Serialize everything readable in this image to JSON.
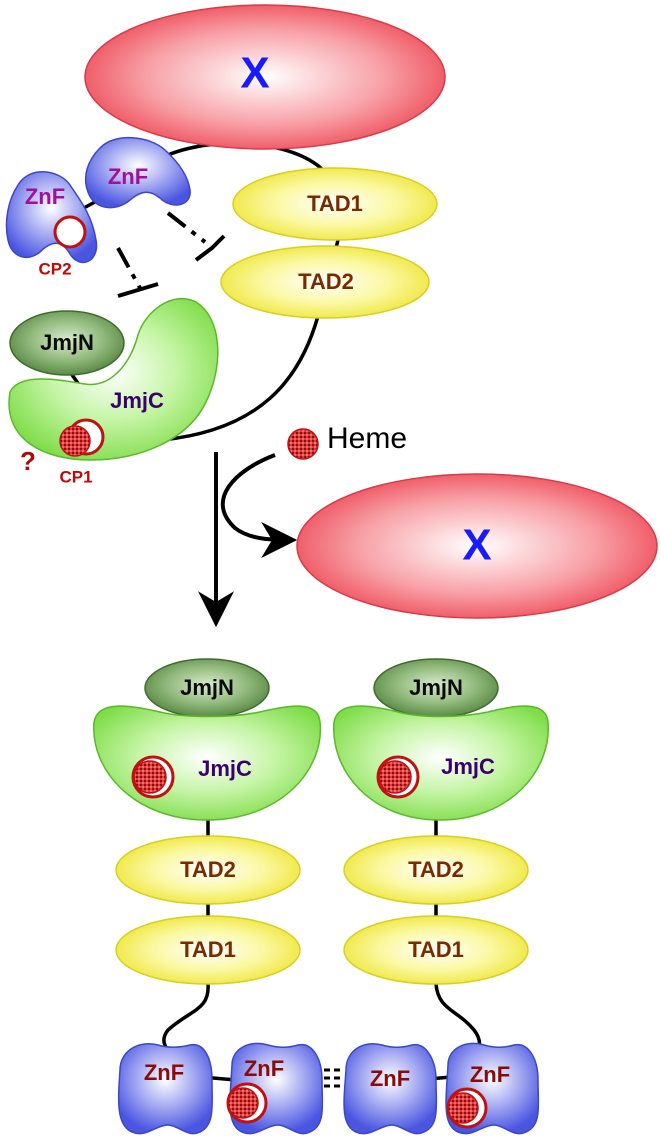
{
  "labels": {
    "x": "X",
    "tad1": "TAD1",
    "tad2": "TAD2",
    "jmjn": "JmjN",
    "jmjc": "JmjC",
    "znf": "ZnF",
    "cp1": "CP1",
    "cp2": "CP2",
    "question": "?",
    "heme": "Heme"
  },
  "colors": {
    "x_protein": "#f05a66",
    "tad": "#f5f060",
    "jmjn": "#5f8f4a",
    "jmjc": "#8ee85a",
    "znf": "#5d6ae8",
    "heme": "#e04040"
  }
}
